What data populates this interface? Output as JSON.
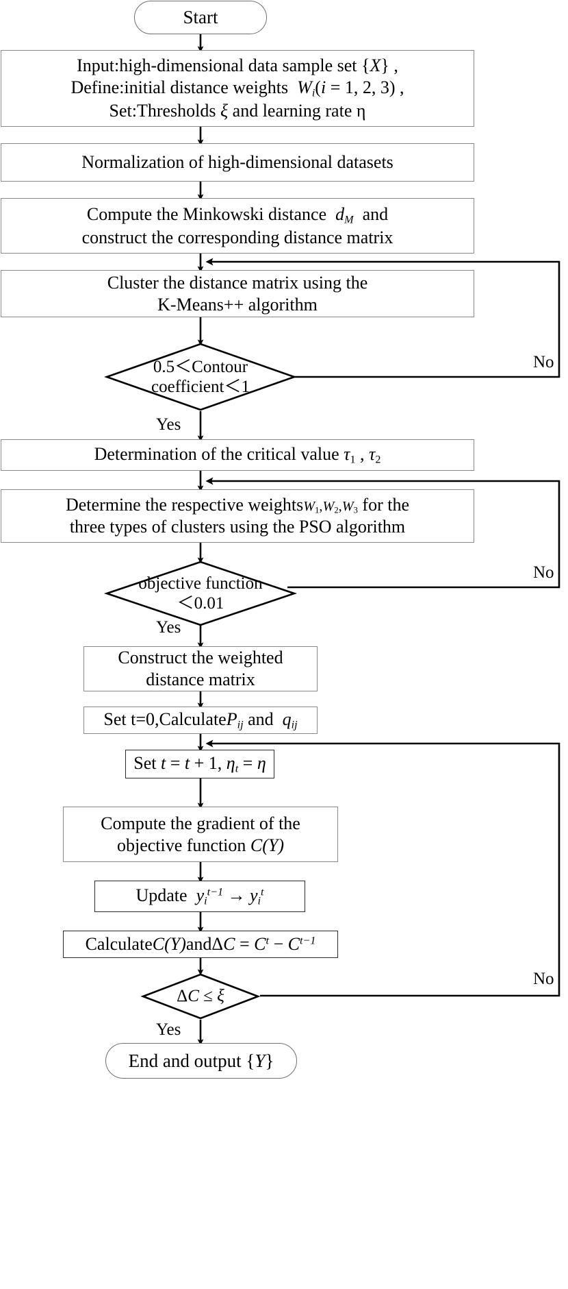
{
  "diagram": {
    "type": "flowchart",
    "title": "Algorithm flowchart",
    "orientation": "vertical",
    "colors": {
      "background": "#ffffff",
      "box_border_light": "#8a8a8a",
      "box_border_dark": "#2a2a2a",
      "line": "#000000",
      "text": "#000000"
    }
  },
  "nodes": {
    "start": {
      "shape": "terminator",
      "label": "Start"
    },
    "input": {
      "shape": "process",
      "line1": "Input:high-dimensional data sample set {X} ,",
      "line2_a": "Define:initial distance weights",
      "line2_math": "Wi(i = 1, 2, 3)",
      "line2_b": ",",
      "line3": "Set:Thresholds ξ and learning rate η"
    },
    "normalize": {
      "shape": "process",
      "label": "Normalization of high-dimensional datasets"
    },
    "minkowski": {
      "shape": "process",
      "line1_a": "Compute the Minkowski distance",
      "line1_math": "dM",
      "line1_b": "and",
      "line2": "construct the corresponding distance matrix"
    },
    "cluster": {
      "shape": "process",
      "line1": "Cluster the distance matrix using the",
      "line2": "K-Means++ algorithm"
    },
    "decision_contour": {
      "shape": "decision",
      "line1": "0.5＜Contour",
      "line2": "coefficient＜1",
      "yes_label": "Yes",
      "no_label": "No"
    },
    "critical_value": {
      "shape": "process",
      "text_a": "Determination of the critical value",
      "math": "τ1 , τ2"
    },
    "pso_weights": {
      "shape": "process",
      "line1_a": "Determine the respective weights",
      "line1_math": "W1,W2,W3",
      "line1_b": "for the",
      "line2": "three types of clusters using the PSO algorithm"
    },
    "decision_objective": {
      "shape": "decision",
      "line1": "objective function",
      "line2": "＜0.01",
      "yes_label": "Yes",
      "no_label": "No"
    },
    "weighted_matrix": {
      "shape": "process",
      "line1": "Construct the weighted",
      "line2": "distance matrix"
    },
    "set_t0": {
      "shape": "process",
      "text_a": "Set t=0,Calculate",
      "math_p": "Pij",
      "text_b": "and",
      "math_q": "qij"
    },
    "set_t1": {
      "shape": "process",
      "text_a": "Set",
      "math": "t = t + 1, ηt = η"
    },
    "gradient": {
      "shape": "process",
      "line1": "Compute the gradient of the",
      "line2_a": "objective function",
      "line2_math": "C(Y)"
    },
    "update_y": {
      "shape": "process",
      "text_a": "Update",
      "math": "yi^(t-1) → yi^t"
    },
    "calculate_c": {
      "shape": "process",
      "text_a": "Calculate",
      "math_cy": "C(Y)",
      "text_and": "and",
      "math_dc": "ΔC = Ct − Ct-1"
    },
    "decision_deltac": {
      "shape": "decision",
      "math": "ΔC ≤ ξ",
      "yes_label": "Yes",
      "no_label": "No"
    },
    "end": {
      "shape": "terminator",
      "label": "End and output {Y}"
    }
  },
  "edges": [
    {
      "from": "start",
      "to": "input",
      "label": ""
    },
    {
      "from": "input",
      "to": "normalize",
      "label": ""
    },
    {
      "from": "normalize",
      "to": "minkowski",
      "label": ""
    },
    {
      "from": "minkowski",
      "to": "cluster",
      "label": ""
    },
    {
      "from": "cluster",
      "to": "decision_contour",
      "label": ""
    },
    {
      "from": "decision_contour",
      "to": "critical_value",
      "label": "Yes"
    },
    {
      "from": "decision_contour",
      "to": "cluster",
      "label": "No"
    },
    {
      "from": "critical_value",
      "to": "pso_weights",
      "label": ""
    },
    {
      "from": "pso_weights",
      "to": "decision_objective",
      "label": ""
    },
    {
      "from": "decision_objective",
      "to": "weighted_matrix",
      "label": "Yes"
    },
    {
      "from": "decision_objective",
      "to": "pso_weights",
      "label": "No"
    },
    {
      "from": "weighted_matrix",
      "to": "set_t0",
      "label": ""
    },
    {
      "from": "set_t0",
      "to": "set_t1",
      "label": ""
    },
    {
      "from": "set_t1",
      "to": "gradient",
      "label": ""
    },
    {
      "from": "gradient",
      "to": "update_y",
      "label": ""
    },
    {
      "from": "update_y",
      "to": "calculate_c",
      "label": ""
    },
    {
      "from": "calculate_c",
      "to": "decision_deltac",
      "label": ""
    },
    {
      "from": "decision_deltac",
      "to": "end",
      "label": "Yes"
    },
    {
      "from": "decision_deltac",
      "to": "set_t1",
      "label": "No"
    }
  ],
  "branch_labels": {
    "no_1": "No",
    "no_2": "No",
    "no_3": "No",
    "yes_1": "Yes",
    "yes_2": "Yes",
    "yes_3": "Yes"
  }
}
